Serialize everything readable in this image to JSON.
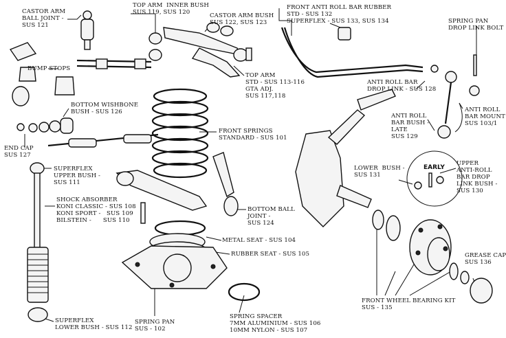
{
  "labels": {
    "castor_arm_ball_joint": "CASTOR ARM\nBALL JOINT -\nSUS 121",
    "top_arm_inner_bush": "TOP ARM  INNER BUSH\nSUS 119, SUS 120",
    "castor_arm_bush": "CASTOR ARM BUSH\nSUS 122, SUS 123",
    "front_anti_roll_bar_rubber": "FRONT ANTI ROLL BAR RUBBER\nSTD - SUS 132\nSUPERFLEX - SUS 133, SUS 134",
    "spring_pan_drop_link_bolt": "SPRING PAN\nDROP LINK BOLT",
    "bump_stops": "BUMP STOPS",
    "top_arm": "TOP ARM\nSTD - SUS 113-116\nGTA ADJ.\nSUS 117,118",
    "anti_roll_bar_drop_link": "ANTI ROLL BAR\nDROP LINK - SUS 128",
    "anti_roll_bar_mount": "ANTI ROLL\nBAR MOUNT -\nSUS 103/1",
    "bottom_wishbone_bush": "BOTTOM WISHBONE\nBUSH - SUS 126",
    "anti_roll_bar_bush_late": "ANTI ROLL\nBAR BUSH -\nLATE\nSUS 129",
    "front_springs": "FRONT SPRINGS\nSTANDARD - SUS 101",
    "end_cap": "END CAP\nSUS 127",
    "superflex_upper_bush": "SUPERFLEX\nUPPER BUSH -\nSUS 111",
    "lower_bush": "LOWER  BUSH -\nSUS 131",
    "early": "EARLY",
    "upper_anti_roll_bar_drop_link_bush": "UPPER\nANTI-ROLL\nBAR DROP\nLINK BUSH -\nSUS 130",
    "shock_absorber": "SHOCK ABSORBER\nKONI CLASSIC - SUS 108\nKONI SPORT -   SUS 109\nBILSTEIN -      SUS 110",
    "bottom_ball_joint": "BOTTOM BALL\nJOINT -\nSUS 124",
    "metal_seat": "METAL SEAT - SUS 104",
    "rubber_seat": "RUBBER SEAT - SUS 105",
    "grease_cap": "GREASE CAP\nSUS 136",
    "front_wheel_bearing_kit": "FRONT WHEEL BEARING KIT\nSUS - 135",
    "spring_pan": "SPRING PAN\nSUS - 102",
    "spring_spacer": "SPRING SPACER\n7MM ALUMINIUM - SUS 106\n10MM NYLON - SUS 107",
    "superflex_lower_bush": "SUPERFLEX\nLOWER BUSH - SUS 112"
  }
}
